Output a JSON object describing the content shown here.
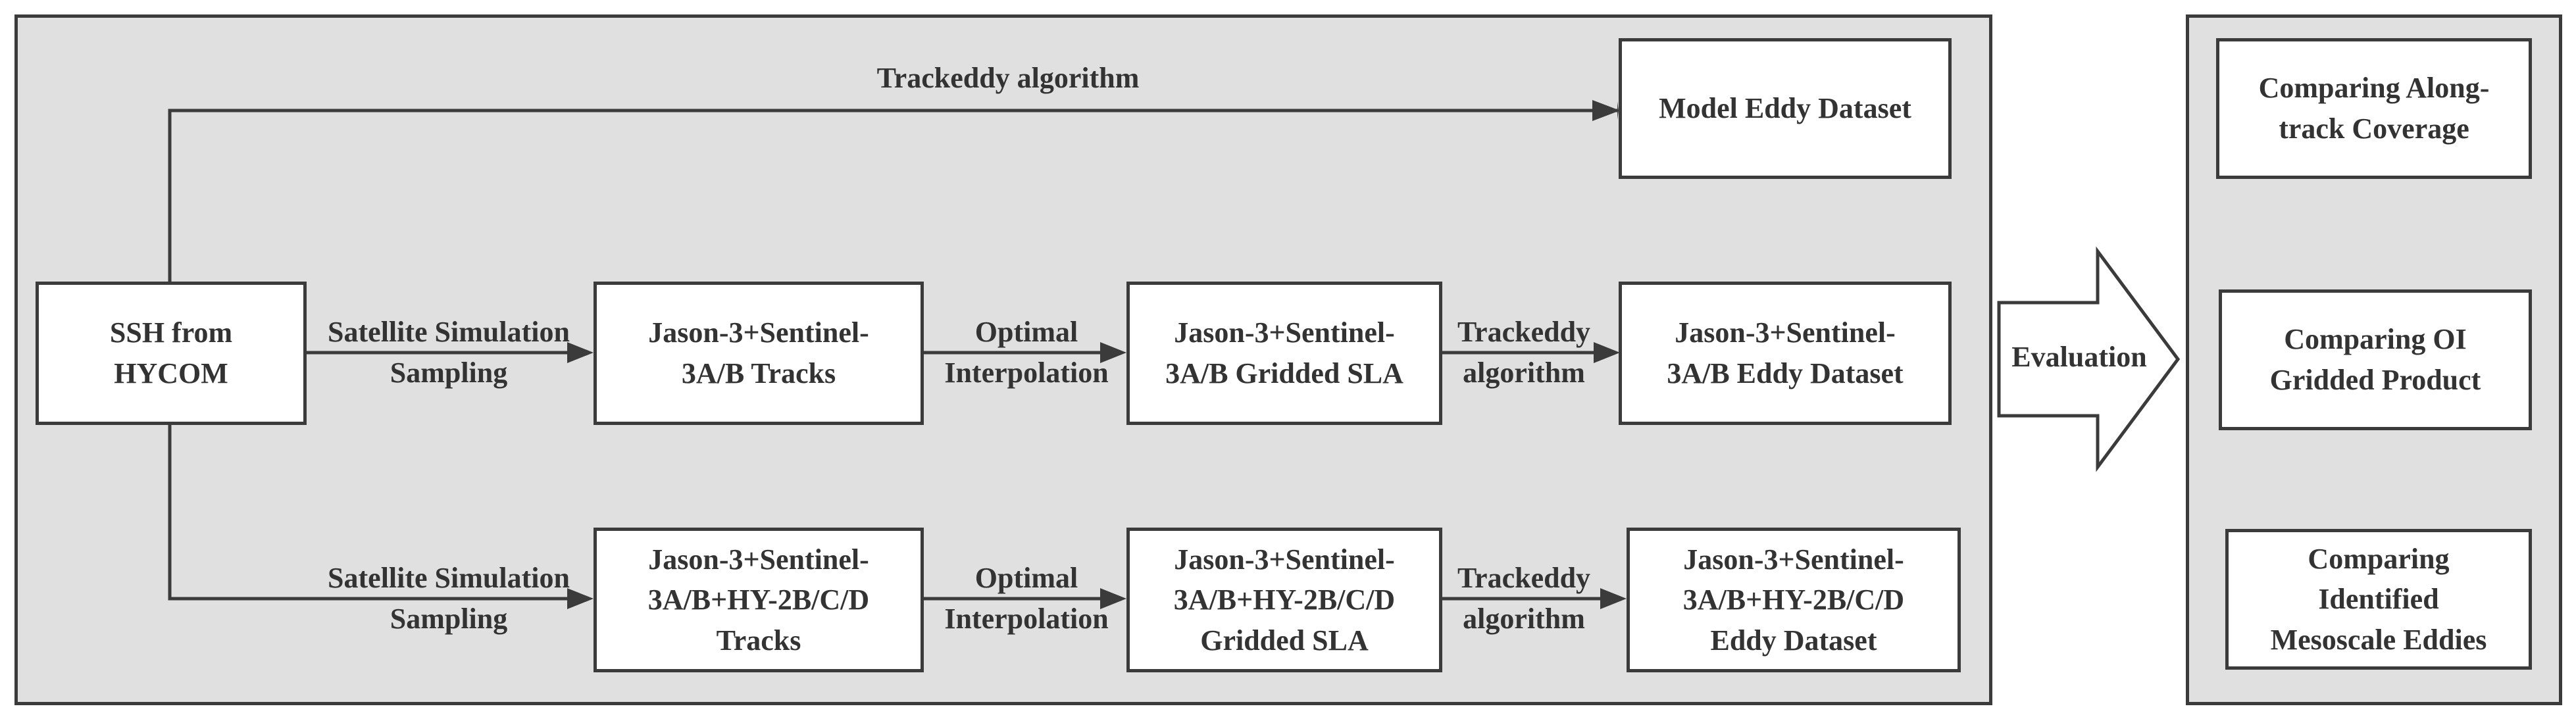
{
  "nodes": {
    "ssh_source": "SSH from\nHYCOM",
    "model_eddy": "Model Eddy Dataset",
    "tracks_j3s3": "Jason-3+Sentinel-\n3A/B Tracks",
    "gridded_j3s3": "Jason-3+Sentinel-\n3A/B Gridded SLA",
    "eddy_j3s3": "Jason-3+Sentinel-\n3A/B Eddy Dataset",
    "tracks_all": "Jason-3+Sentinel-\n3A/B+HY-2B/C/D\nTracks",
    "gridded_all": "Jason-3+Sentinel-\n3A/B+HY-2B/C/D\nGridded SLA",
    "eddy_all": "Jason-3+Sentinel-\n3A/B+HY-2B/C/D\nEddy Dataset",
    "cmp_coverage": "Comparing Along-\ntrack Coverage",
    "cmp_gridded": "Comparing OI\nGridded Product",
    "cmp_eddies": "Comparing\nIdentified\nMesoscale Eddies"
  },
  "edges": {
    "top_trackeddy": "Trackeddy algorithm",
    "mid_sampling": "Satellite Simulation\nSampling",
    "mid_oi": "Optimal\nInterpolation",
    "mid_trackeddy": "Trackeddy\nalgorithm",
    "bot_sampling": "Satellite Simulation\nSampling",
    "bot_oi": "Optimal\nInterpolation",
    "bot_trackeddy": "Trackeddy\nalgorithm",
    "evaluation": "Evaluation"
  },
  "colors": {
    "panel_fill": "#e0e0e0",
    "stroke": "#3b3b3b",
    "box_fill": "#ffffff",
    "text": "#333333"
  }
}
